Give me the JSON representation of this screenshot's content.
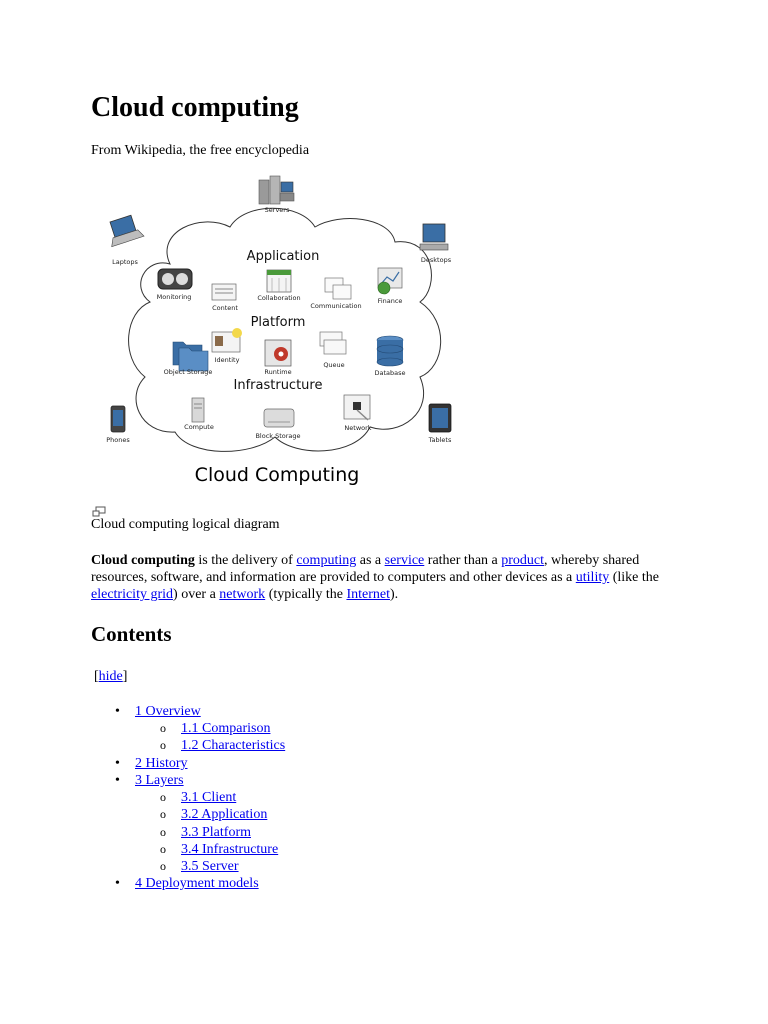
{
  "page": {
    "title": "Cloud computing",
    "subtitle": "From Wikipedia, the free encyclopedia"
  },
  "diagram": {
    "caption": "Cloud computing logical diagram",
    "cloud_title": "Cloud Computing",
    "layers": {
      "application": "Application",
      "platform": "Platform",
      "infrastructure": "Infrastructure"
    },
    "labels": {
      "servers": "Servers",
      "laptops": "Laptops",
      "desktops": "Desktops",
      "monitoring": "Monitoring",
      "content": "Content",
      "collaboration": "Collaboration",
      "communication": "Communication",
      "finance": "Finance",
      "identity": "Identity",
      "object_storage": "Object Storage",
      "runtime": "Runtime",
      "queue": "Queue",
      "database": "Database",
      "compute": "Compute",
      "block_storage": "Block Storage",
      "network": "Network",
      "phones": "Phones",
      "tablets": "Tablets"
    },
    "colors": {
      "cloud_stroke": "#333333",
      "icon_blue": "#3a6ea5",
      "icon_gray": "#9a9a9a",
      "finance_green": "#4a9a3a",
      "runtime_red": "#c0392b"
    }
  },
  "intro": {
    "term": "Cloud computing",
    "t1": " is the delivery of ",
    "l_computing": "computing",
    "t2": " as a ",
    "l_service": "service",
    "t3": " rather than a ",
    "l_product": "product",
    "t4": ", whereby shared resources, software, and information are provided to computers and other devices as a ",
    "l_utility": "utility",
    "t5": " (like the ",
    "l_grid": "electricity grid",
    "t6": ") over a ",
    "l_network": "network",
    "t7": " (typically the ",
    "l_internet": "Internet",
    "t8": ")."
  },
  "contents": {
    "heading": "Contents",
    "hide_open": "[",
    "hide_label": "hide",
    "hide_close": "]",
    "bullet": "•",
    "sub_bullet": "o",
    "items": [
      {
        "label": "1 Overview",
        "level": 1
      },
      {
        "label": "1.1 Comparison",
        "level": 2
      },
      {
        "label": "1.2 Characteristics",
        "level": 2
      },
      {
        "label": "2 History",
        "level": 1
      },
      {
        "label": "3 Layers",
        "level": 1
      },
      {
        "label": "3.1 Client",
        "level": 2
      },
      {
        "label": "3.2 Application",
        "level": 2
      },
      {
        "label": "3.3 Platform",
        "level": 2
      },
      {
        "label": "3.4 Infrastructure",
        "level": 2
      },
      {
        "label": "3.5 Server",
        "level": 2
      },
      {
        "label": "4 Deployment models",
        "level": 1
      }
    ]
  }
}
